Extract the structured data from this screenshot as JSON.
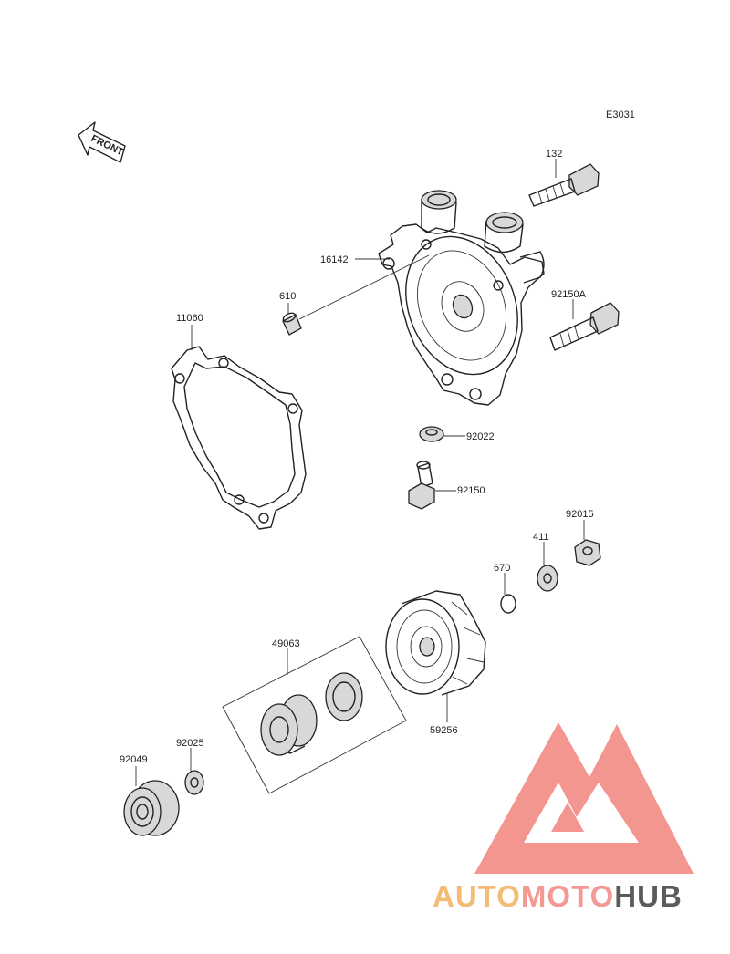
{
  "diagram_code": "E3031",
  "front_label": "FRONT",
  "labels": {
    "p132": "132",
    "p16142": "16142",
    "p610": "610",
    "p11060": "11060",
    "p92150A": "92150A",
    "p92022": "92022",
    "p92150": "92150",
    "p92015": "92015",
    "p411": "411",
    "p670": "670",
    "p49063": "49063",
    "p59256": "59256",
    "p92025": "92025",
    "p92049": "92049"
  },
  "watermark": {
    "part1": "AUTO",
    "part2": "MOTO",
    "part3": "HUB",
    "color1": "#f2b467",
    "color2": "#f2908a",
    "color3": "#4a4a4a",
    "logo_color": "#f28b85"
  }
}
